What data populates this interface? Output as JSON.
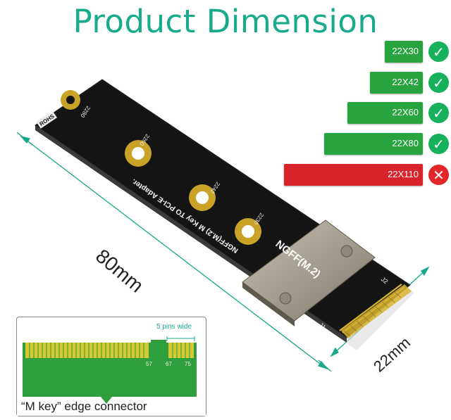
{
  "title": "Product Dimension",
  "sizes": [
    {
      "label": "22X30",
      "compatible": true
    },
    {
      "label": "22X42",
      "compatible": true
    },
    {
      "label": "22X60",
      "compatible": true
    },
    {
      "label": "22X80",
      "compatible": true
    },
    {
      "label": "22X110",
      "compatible": false
    }
  ],
  "board": {
    "rohs": "ROHS",
    "markings": [
      "2280",
      "2260",
      "2242",
      "2230"
    ],
    "silkscreen": "NGFF(M.2) M Key TO PCI-E Adapter.",
    "connector_label": "NGFF(M.2)",
    "j1": "J1",
    "j2": "J2"
  },
  "dimensions": {
    "length": "80mm",
    "width": "22mm"
  },
  "inset": {
    "pins_note": "5 pins wide",
    "pin_numbers": [
      "57",
      "67",
      "75"
    ],
    "caption": "“M key” edge connector"
  },
  "colors": {
    "title": "#17ab8c",
    "compatible": "#27a340",
    "incompatible": "#d9232b",
    "board": "#151515",
    "contact": "#c9a227"
  },
  "icons": {
    "ok": "check-icon",
    "bad": "close-icon"
  }
}
